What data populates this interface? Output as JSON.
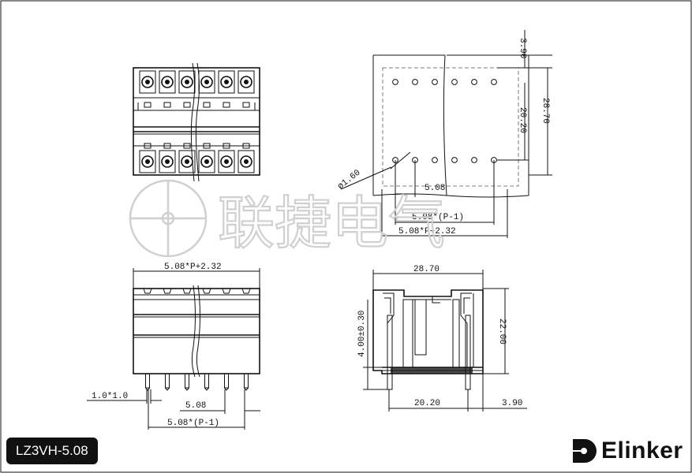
{
  "model": "LZ3VH-5.08",
  "brand": {
    "name": "Elinker",
    "watermark": "联捷电气"
  },
  "dimensions": {
    "top_height": "3.90",
    "row_spacing": "20.20",
    "overall_height": "28.70",
    "hole_diameter": "ø1.60",
    "pitch": "5.08",
    "pitch_span": "5.08*(P-1)",
    "overall_length": "5.08*P+2.32",
    "front_width": "5.08*P+2.32",
    "pin_size": "1.0*1.0",
    "front_pitch": "5.08",
    "front_pitch_span": "5.08*(P-1)",
    "side_width": "28.70",
    "side_height": "22.00",
    "pin_length": "4.00±0.30",
    "side_row": "20.20",
    "side_offset": "3.90"
  },
  "colors": {
    "line": "#111111",
    "watermark": "#d0d0d0",
    "badge_bg": "#111111"
  }
}
